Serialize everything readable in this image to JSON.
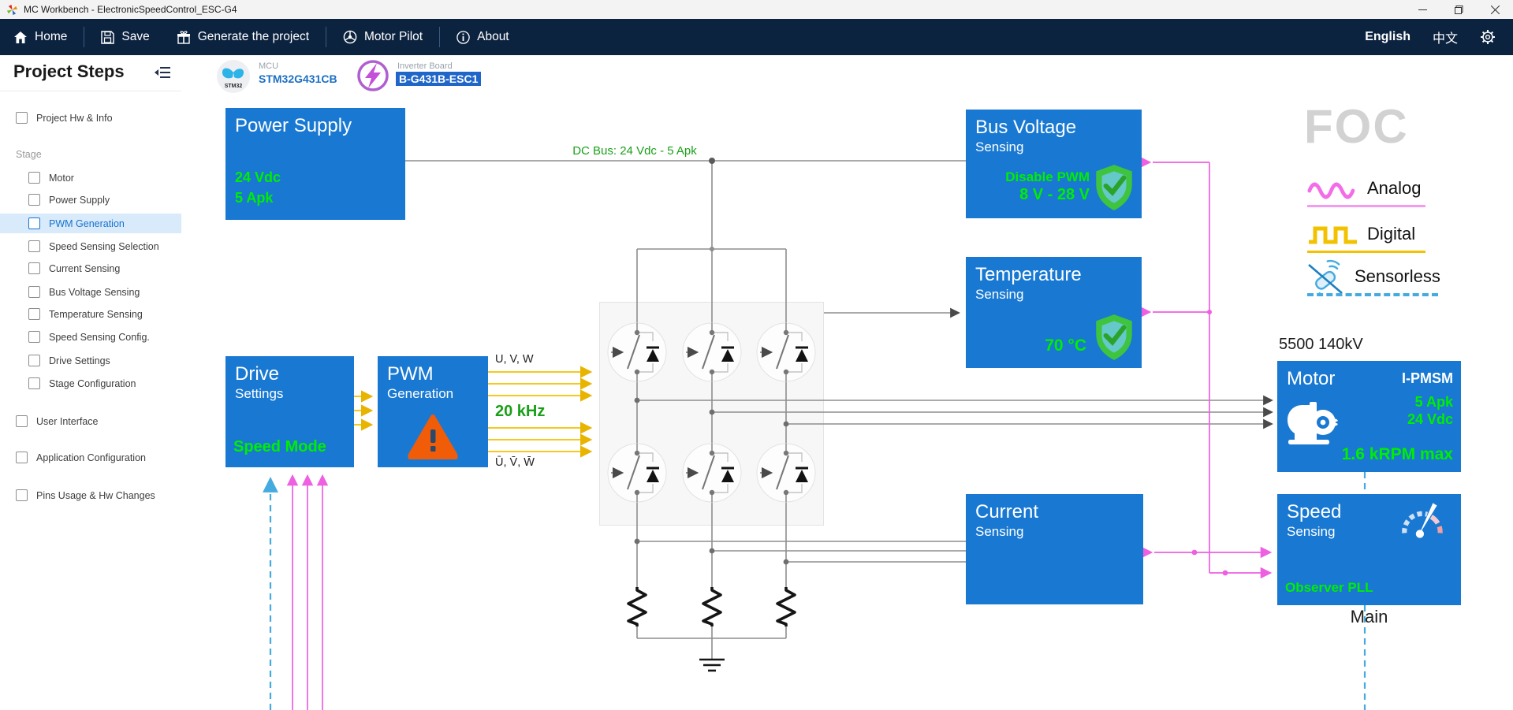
{
  "window": {
    "title": "MC Workbench - ElectronicSpeedControl_ESC-G4"
  },
  "navbar": {
    "items": [
      "Home",
      "Save",
      "Generate the project",
      "Motor Pilot",
      "About"
    ],
    "language_active": "English",
    "language_alt": "中文"
  },
  "sidebar": {
    "title": "Project Steps",
    "top_item": "Project Hw & Info",
    "stage_label": "Stage",
    "stage_items": [
      "Motor",
      "Power Supply",
      "PWM Generation",
      "Speed Sensing Selection",
      "Current Sensing",
      "Bus Voltage Sensing",
      "Temperature Sensing",
      "Speed Sensing Config.",
      "Drive Settings",
      "Stage Configuration"
    ],
    "bottom_items": [
      "User Interface",
      "Application Configuration",
      "Pins Usage & Hw Changes"
    ]
  },
  "header": {
    "mcu_label": "MCU",
    "mcu_value": "STM32G431CB",
    "mcu_chip_text": "STM32",
    "board_label": "Inverter Board",
    "board_value": "B-G431B-ESC1"
  },
  "diagram": {
    "power_supply": {
      "title": "Power Supply",
      "v1": "24 Vdc",
      "v2": "5 Apk"
    },
    "dc_bus_label": "DC Bus: 24 Vdc - 5 Apk",
    "bus_voltage": {
      "title": "Bus Voltage",
      "subtitle": "Sensing",
      "l1": "Disable PWM",
      "l2": "8 V - 28 V"
    },
    "temperature": {
      "title": "Temperature",
      "subtitle": "Sensing",
      "value": "70 °C"
    },
    "drive": {
      "title": "Drive",
      "subtitle": "Settings",
      "value": "Speed Mode"
    },
    "pwm": {
      "title": "PWM",
      "subtitle": "Generation"
    },
    "signals": {
      "top": "U, V, W",
      "freq": "20 kHz",
      "bottom": "Ū, V̄, W̄"
    },
    "current": {
      "title": "Current",
      "subtitle": "Sensing"
    },
    "motor": {
      "caption": "5500 140kV",
      "title": "Motor",
      "type": "I-PMSM",
      "i": "5 Apk",
      "v": "24 Vdc",
      "rpm": "1.6 kRPM max"
    },
    "speed": {
      "title": "Speed",
      "subtitle": "Sensing",
      "value": "Observer PLL",
      "caption": "Main"
    },
    "foc": "FOC",
    "legend": [
      {
        "label": "Analog"
      },
      {
        "label": "Digital"
      },
      {
        "label": "Sensorless"
      }
    ]
  },
  "colors": {
    "navy": "#0c2340",
    "block_blue": "#1979d2",
    "green_bright": "#00ee00",
    "green_dark": "#1aa018",
    "pink": "#ee5fe2",
    "yellow": "#f2c200",
    "dashed_blue": "#45aae0",
    "line_gray": "#8e8e8e",
    "selected_blue": "#1673ce",
    "selection_bg": "#d9eafb",
    "warning_orange": "#f05c08",
    "shield_green": "#3ec43e",
    "foc_gray": "#d2d2d2"
  }
}
